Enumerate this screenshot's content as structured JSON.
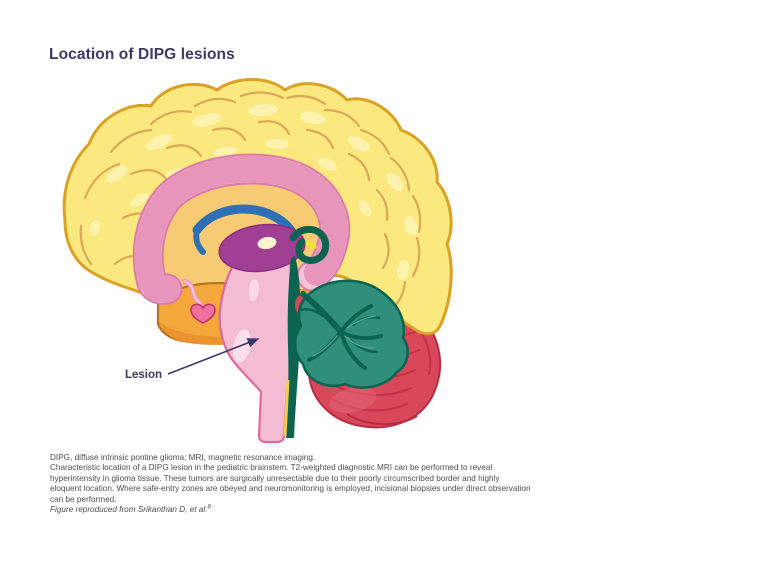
{
  "title": {
    "text": "Location of DIPG lesions",
    "color": "#3E3A68"
  },
  "figure": {
    "lesion_label": "Lesion",
    "colors": {
      "cerebrum": "#FBE97F",
      "cerebrum_highlight": "#FDF3AE",
      "cerebrum_outline": "#D9A125",
      "gyri_line": "#D8A156",
      "corpus_callosum": "#F5C2D7",
      "corpus_callosum_stripe": "#E795BB",
      "corpus_callosum_outline": "#DB7BA6",
      "inner_region": "#F6CB73",
      "fornix": "#2E70B6",
      "thalamus": "#A13F94",
      "thalamus_spot": "#FCF2CE",
      "midbrain_teal": "#0B6350",
      "pineal": "#EEE13B",
      "cerebellum": "#2F8F7B",
      "cerebellum_branches": "#0B6350",
      "occipital_cerebellum": "#D8475A",
      "occipital_stripe": "#C23049",
      "temporal": "#F4A83C",
      "temporal_outline": "#B5721F",
      "brainstem": "#F4BCD3",
      "brainstem_outline": "#E0679A",
      "brainstem_highlight": "#FBDFEB",
      "pituitary": "#F0709F",
      "cord_stripe_yellow": "#F2CE4D",
      "label_color": "#3E3A68"
    }
  },
  "footnotes": {
    "abbreviations": "DIPG, diffuse intrinsic pontine glioma; MRI, magnetic resonance imaging.",
    "description": "Characteristic location of a DIPG lesion in the pediatric brainstem. T2-weighted diagnostic MRI can be performed to reveal hyperintensity in glioma tissue. These tumors are surgically unresectable due to their poorly circumscribed border and highly eloquent location. Where safe-entry zones are obeyed and neuromonitoring is employed, incisional biopsies under direct observation can be performed.",
    "source": "Figure reproduced from Srikanthan D, et al.",
    "source_ref": "8"
  }
}
